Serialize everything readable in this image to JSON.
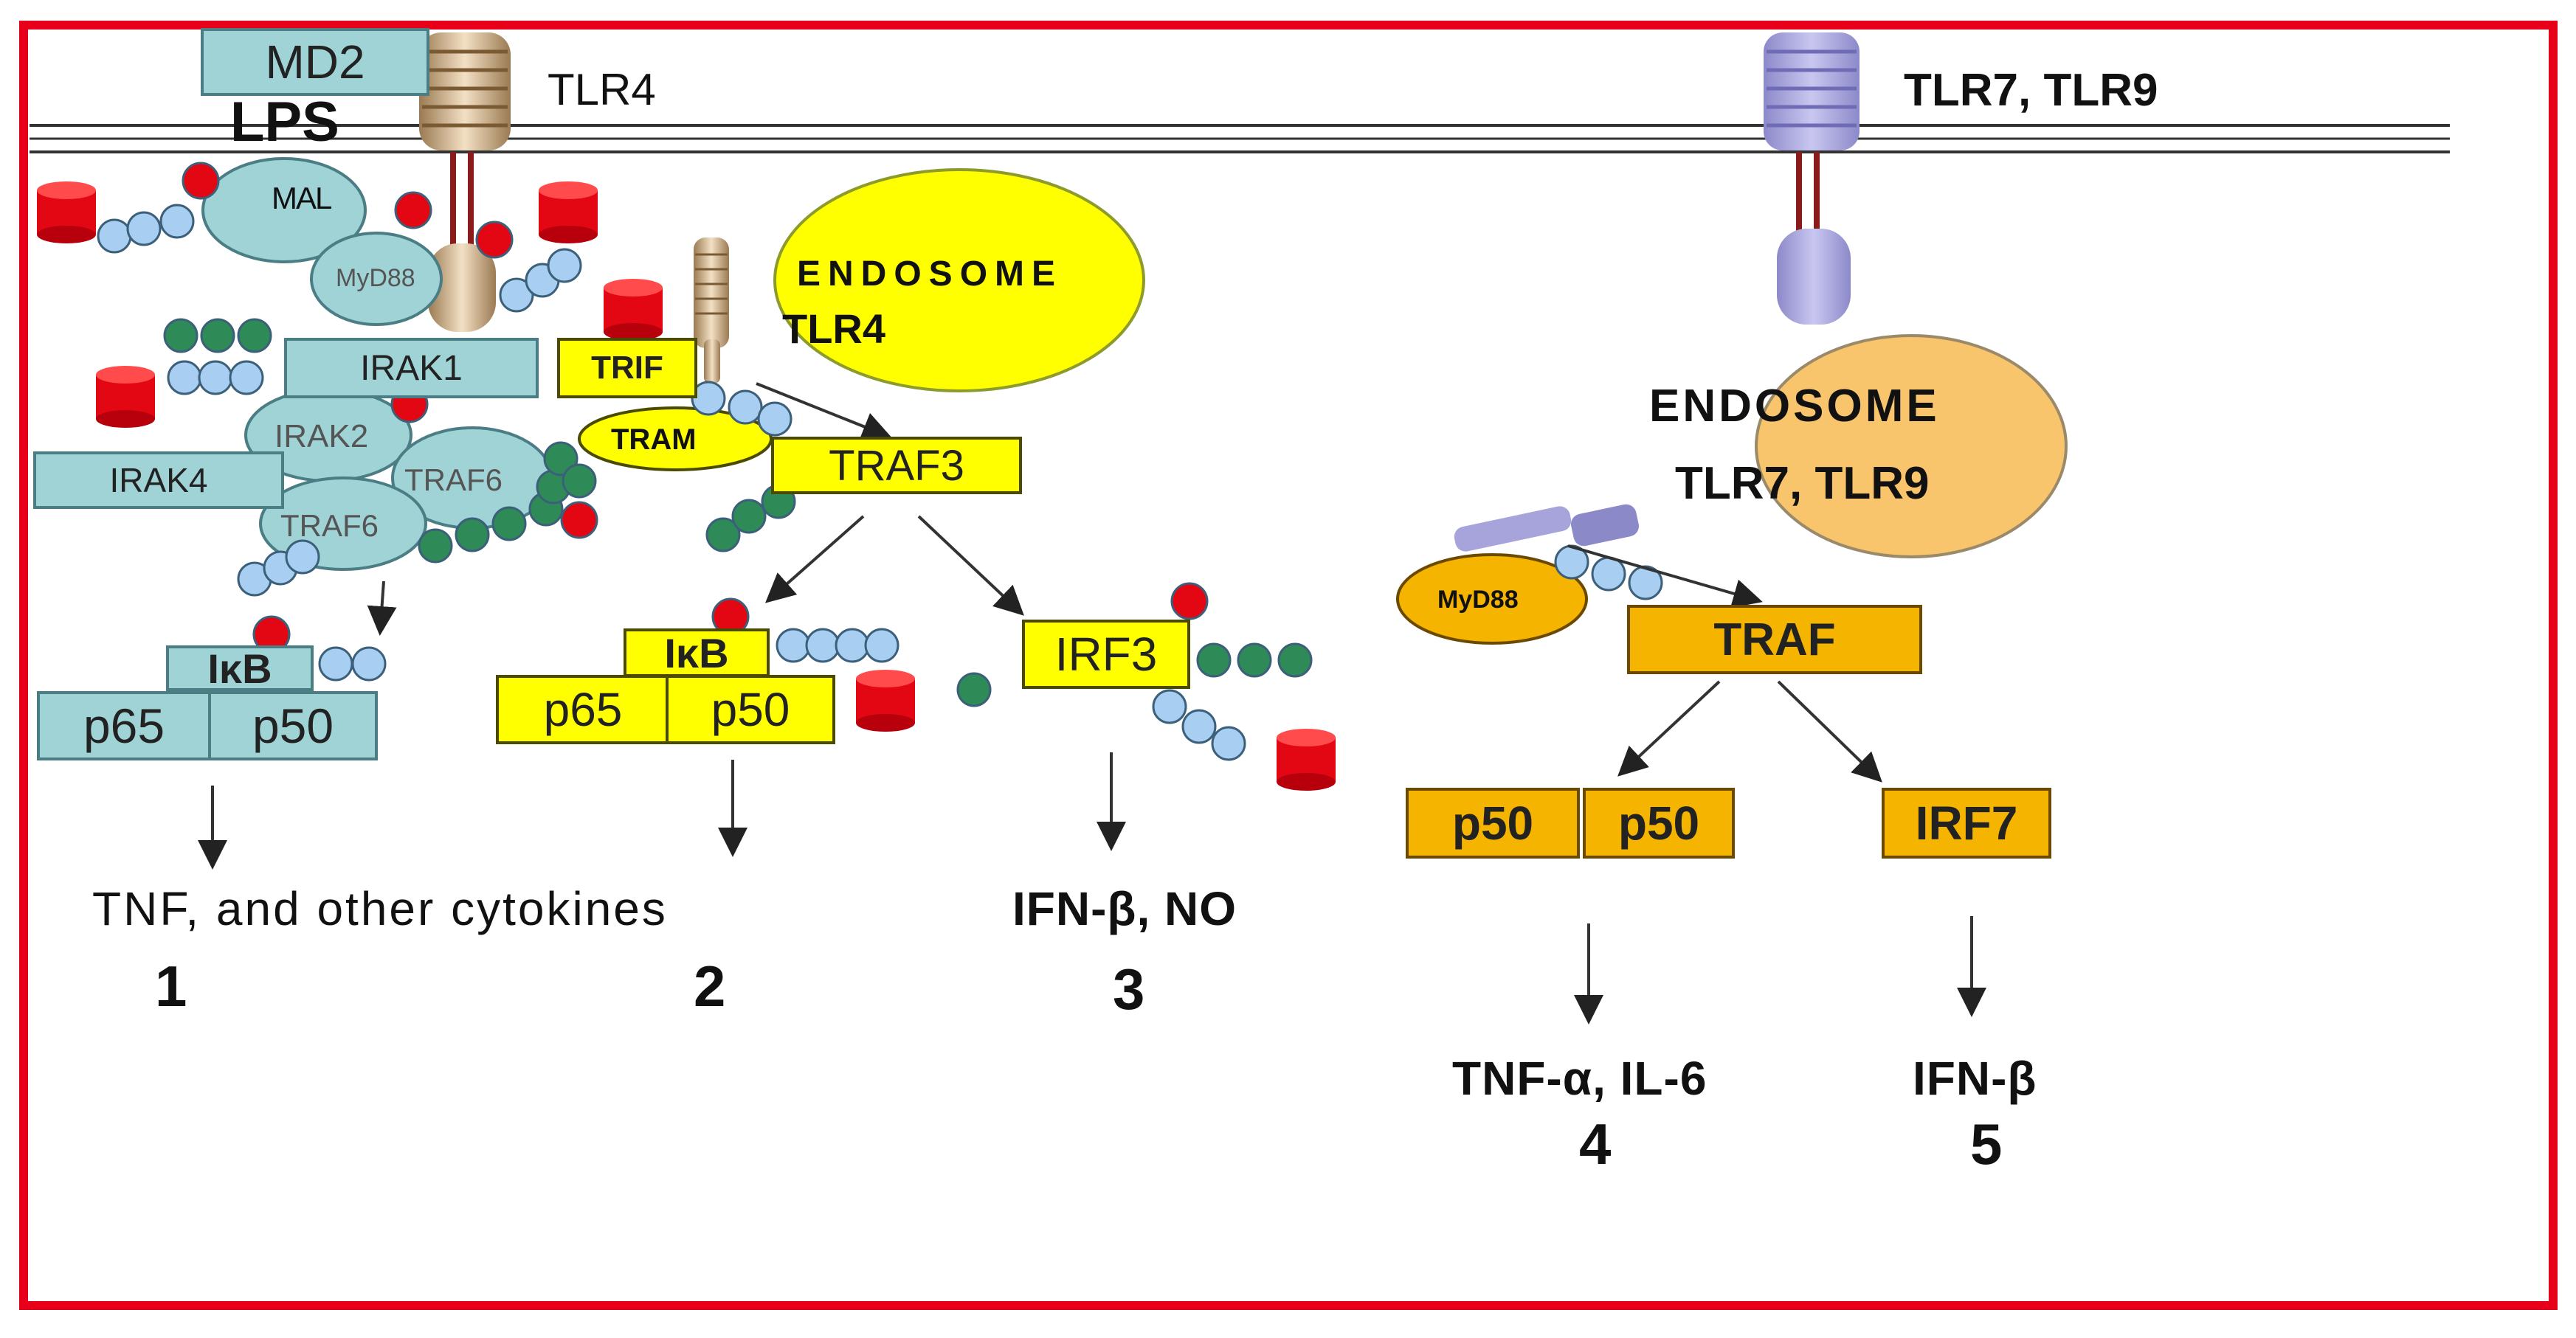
{
  "tlr4": {
    "md2": "MD2",
    "lps": "LPS",
    "receptor": "TLR4",
    "mal": "MAL",
    "myd88": "MyD88",
    "irak1": "IRAK1",
    "irak2": "IRAK2",
    "irak4": "IRAK4",
    "traf6_a": "TRAF6",
    "traf6_b": "TRAF6",
    "ikb_1": "IκB",
    "p65_1": "p65",
    "p50_1": "p50"
  },
  "endosome_tlr4": {
    "label": "ENDOSOME",
    "receptor": "TLR4",
    "trif": "TRIF",
    "tram": "TRAM",
    "traf3": "TRAF3",
    "ikb_2": "IκB",
    "p65_2": "p65",
    "p50_2": "p50",
    "irf3": "IRF3"
  },
  "tlr79": {
    "receptor": "TLR7, TLR9",
    "endosome": "ENDOSOME",
    "endosome_receptor": "TLR7, TLR9",
    "myd88": "MyD88",
    "traf": "TRAF",
    "p50_a": "p50",
    "p50_b": "p50",
    "irf7": "IRF7"
  },
  "outputs": [
    {
      "text": "TNF, and  other cytokines",
      "number": "1"
    },
    {
      "text": "",
      "number": "2"
    },
    {
      "text": "IFN-β, NO",
      "number": "3"
    },
    {
      "text": "TNF-α, IL-6",
      "number": "4"
    },
    {
      "text": "IFN-β",
      "number": "5"
    }
  ],
  "colors": {
    "frame": "#e8001a",
    "teal": "#9fd3d6",
    "yellow": "#ffff00",
    "orange": "#f5b400",
    "ubiquitin_blue": "#a8cff2",
    "green_bead": "#2e8b57",
    "red_bead": "#e30613",
    "lavender_receptor": "#a7a4dc"
  }
}
